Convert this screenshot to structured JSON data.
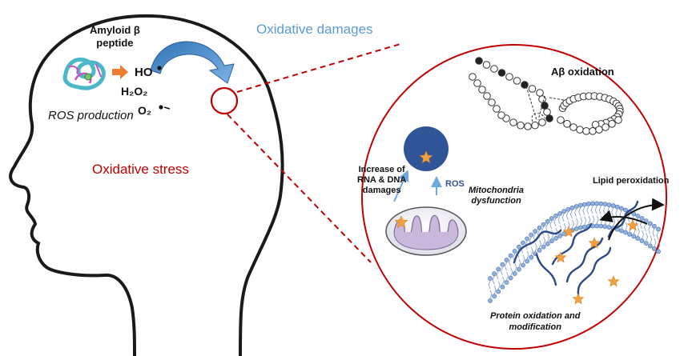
{
  "labels": {
    "amyloid_line1": "Amyloid β",
    "amyloid_line2": "peptide",
    "ho": "HO",
    "h2o2": "H₂O₂",
    "o2": "O₂",
    "ros_production": "ROS production",
    "oxidative_damages": "Oxidative damages",
    "oxidative_stress": "Oxidative stress",
    "abeta_oxidation": "Aβ oxidation",
    "increase_line1": "Increase of",
    "increase_line2": "RNA & DNA",
    "increase_line3": "damages",
    "ros": "ROS",
    "mito_line1": "Mitochondria",
    "mito_line2": "dysfunction",
    "lipid_peroxidation": "Lipid peroxidation",
    "protein_line1": "Protein oxidation and",
    "protein_line2": "modification"
  },
  "colors": {
    "head_outline": "#1a1a1a",
    "oxidative_damages_text": "#5b9bd5",
    "oxidative_stress_text": "#c00000",
    "zoom_circle": "#c00000",
    "curved_arrow": "#4a90d9",
    "nucleus": "#2f5597",
    "star": "#f4a040",
    "mitochondria": "#c9b8dc",
    "small_arrows": "#6fa8dc"
  }
}
